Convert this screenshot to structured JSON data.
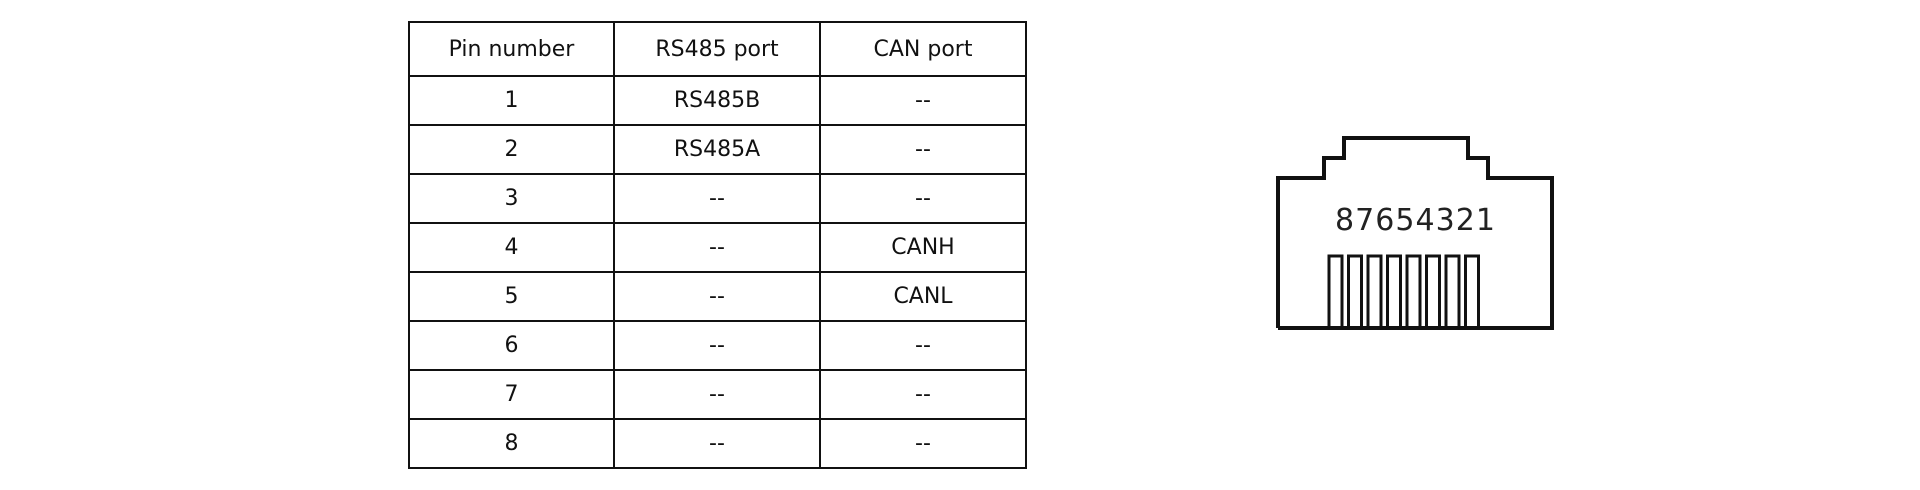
{
  "table": {
    "headers": [
      "Pin number",
      "RS485 port",
      "CAN port"
    ],
    "rows": [
      [
        "1",
        "RS485B",
        "--"
      ],
      [
        "2",
        "RS485A",
        "--"
      ],
      [
        "3",
        "--",
        "--"
      ],
      [
        "4",
        "--",
        "CANH"
      ],
      [
        "5",
        "--",
        "CANL"
      ],
      [
        "6",
        "--",
        "--"
      ],
      [
        "7",
        "--",
        "--"
      ],
      [
        "8",
        "--",
        "--"
      ]
    ]
  },
  "connector": {
    "pin_label": "87654321",
    "pin_count": 8
  }
}
